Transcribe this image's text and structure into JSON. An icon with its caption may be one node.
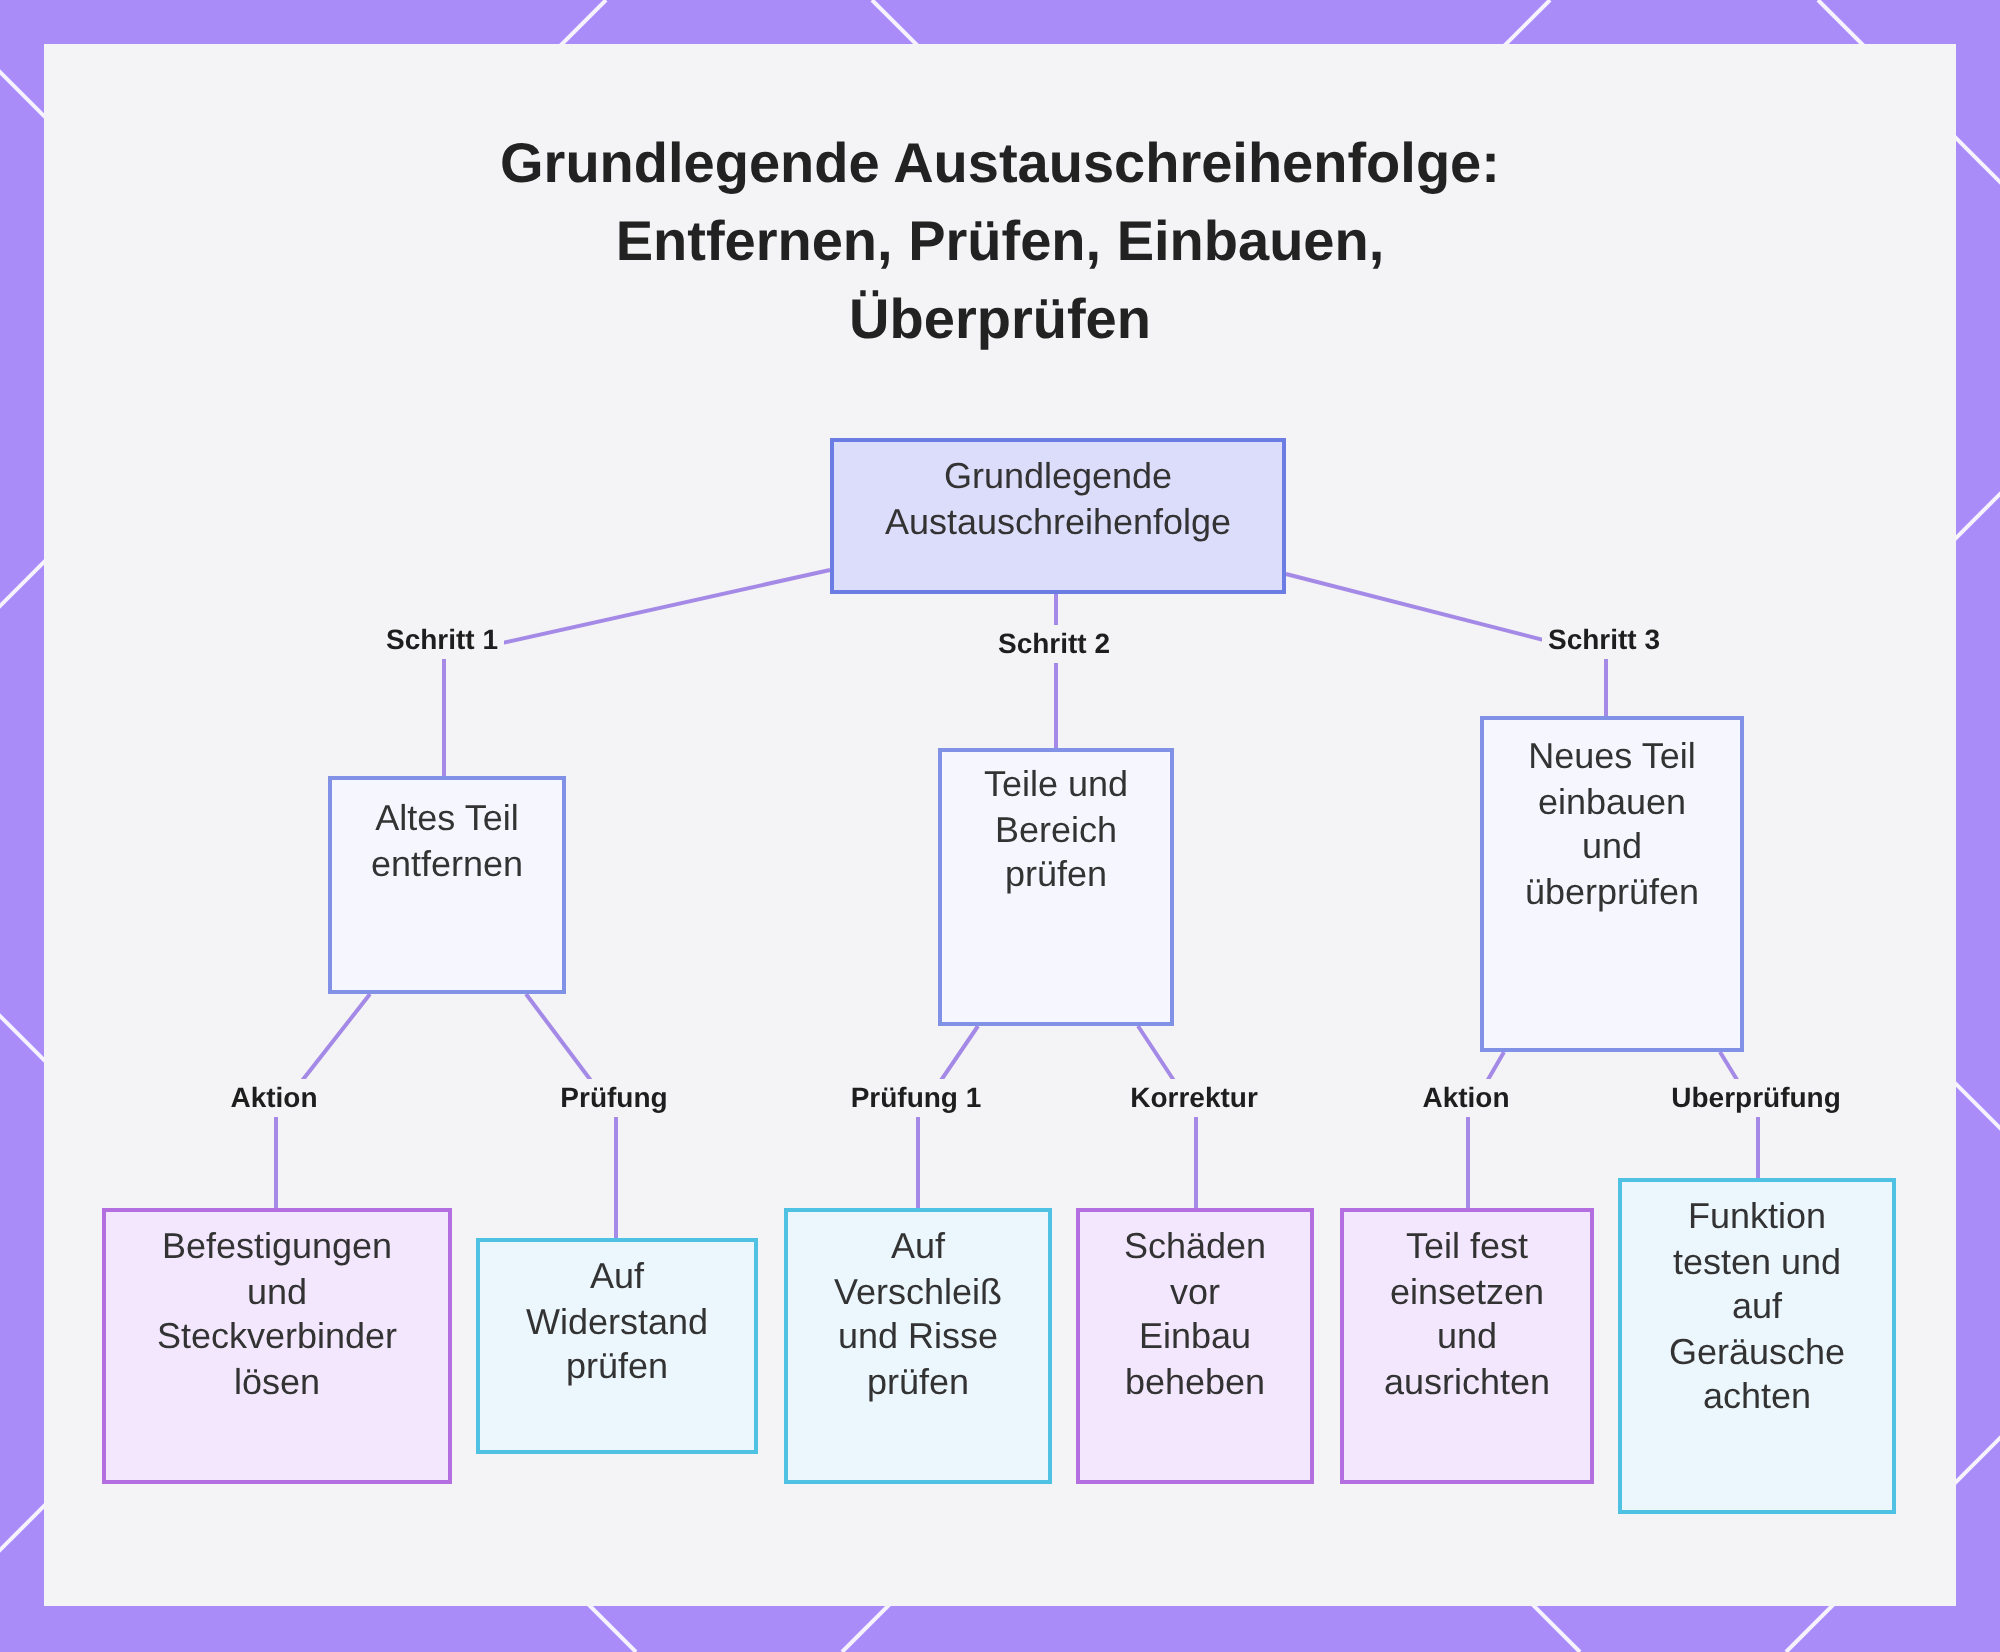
{
  "diagram": {
    "title": "Grundlegende Austauschreihenfolge: Entfernen, Prüfen, Einbauen, Überprüfen",
    "nodes": [
      {
        "text": [
          "Grundlegende Austauschreihenfolge"
        ]
      },
      {
        "text": [
          "Altes Teil entfernen"
        ]
      },
      {
        "text": [
          "Teile und Bereich prüfen"
        ]
      },
      {
        "text": [
          "Neues Teil einbauen und überprüfen"
        ]
      },
      {
        "text": [
          "Befestigungen und Steckverbinder lösen"
        ]
      },
      {
        "text": [
          "Auf Widerstand prüfen"
        ]
      },
      {
        "text": [
          "Auf Verschleiß und Risse prüfen"
        ]
      },
      {
        "text": [
          "Schäden vor Einbau beheben"
        ]
      },
      {
        "text": [
          "Teil fest einsetzen und ausrichten"
        ]
      },
      {
        "text": [
          "Funktion testen und auf Geräusche achten"
        ]
      }
    ],
    "edges": [
      {
        "from": 0,
        "to": 1,
        "arrow": "none",
        "label": "Schritt 1"
      },
      {
        "from": 0,
        "to": 2,
        "arrow": "none",
        "label": "Schritt 2"
      },
      {
        "from": 0,
        "to": 3,
        "arrow": "none",
        "label": "Schritt 3"
      },
      {
        "from": 1,
        "to": 4,
        "arrow": "none",
        "label": "Aktion"
      },
      {
        "from": 1,
        "to": 5,
        "arrow": "none",
        "label": "Prüfung"
      },
      {
        "from": 2,
        "to": 6,
        "arrow": "none",
        "label": "Prüfung 1"
      },
      {
        "from": 2,
        "to": 7,
        "arrow": "none",
        "label": "Korrektur"
      },
      {
        "from": 3,
        "to": 8,
        "arrow": "none",
        "label": "Aktion"
      },
      {
        "from": 3,
        "to": 9,
        "arrow": "none",
        "label": "Uberprüfung"
      }
    ]
  }
}
